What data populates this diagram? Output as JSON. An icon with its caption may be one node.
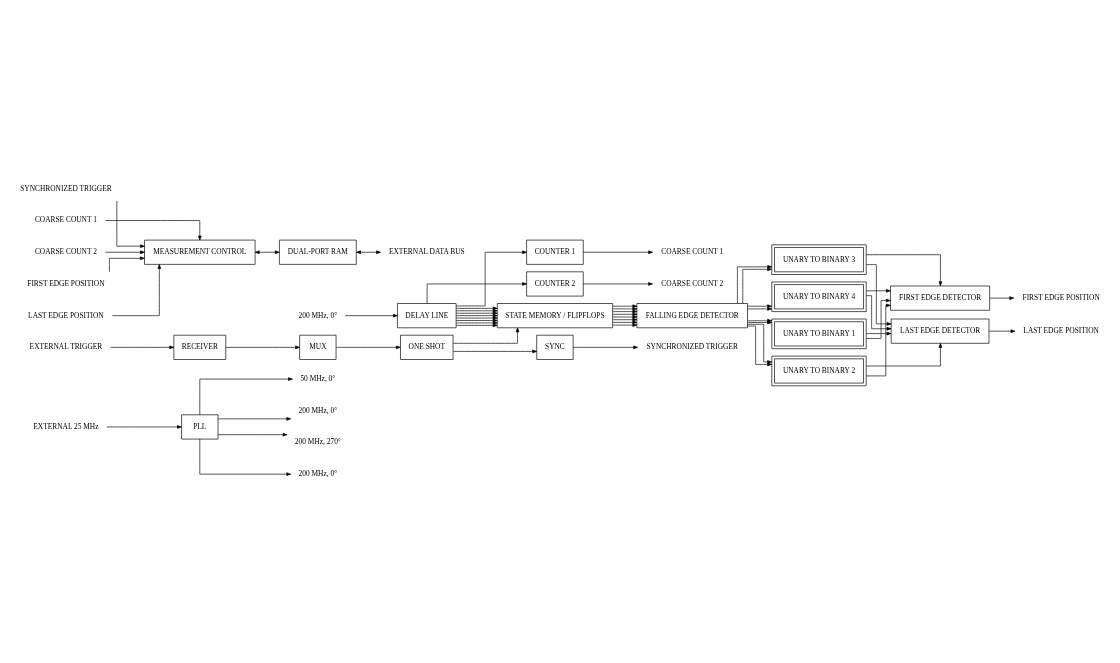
{
  "diagram": {
    "nodes": [
      {
        "text": [
          "EXTERNAL 25 MHz"
        ]
      },
      {
        "text": [
          "PLL"
        ]
      },
      {
        "text": [
          "50 MHz, 0°"
        ]
      },
      {
        "text": [
          "200 MHz, 0°"
        ]
      },
      {
        "text": [
          "200 MHz, 270°"
        ]
      },
      {
        "text": [
          "200 MHz, 0°"
        ]
      },
      {
        "text": [
          "COARSE COUNT 1"
        ]
      },
      {
        "text": [
          "COARSE COUNT 2"
        ]
      },
      {
        "text": [
          "COUNTER 1"
        ]
      },
      {
        "text": [
          "COUNTER 2"
        ]
      },
      {
        "text": [
          "200 MHz, 0°"
        ]
      },
      {
        "text": [
          "DELAY LINE"
        ]
      },
      {
        "text": [
          "EXTERNAL TRIGGER"
        ]
      },
      {
        "text": [
          "RECEIVER"
        ]
      },
      {
        "text": [
          "MUX"
        ]
      },
      {
        "text": [
          "ONE SHOT"
        ]
      },
      {
        "text": [
          "STATE MEMORY / FLIPFLOPS"
        ]
      },
      {
        "text": [
          "SYNCHRONIZED TRIGGER"
        ]
      },
      {
        "text": [
          "SYNC"
        ]
      },
      {
        "text": [
          "FALLING EDGE DETECTOR"
        ]
      },
      {
        "text": [
          "UNARY TO BINARY 1"
        ]
      },
      {
        "text": [
          "UNARY TO BINARY 2"
        ]
      },
      {
        "text": [
          "UNARY TO BINARY 3"
        ]
      },
      {
        "text": [
          "UNARY TO BINARY 4"
        ]
      },
      {
        "text": [
          "SYNCHRONIZED TRIGGER"
        ]
      },
      {
        "text": [
          "COARSE COUNT 1"
        ]
      },
      {
        "text": [
          "COARSE COUNT 2"
        ]
      },
      {
        "text": [
          "FIRST EDGE POSITION"
        ]
      },
      {
        "text": [
          "LAST EDGE POSITION"
        ]
      },
      {
        "text": [
          "MEASUREMENT CONTROL"
        ]
      },
      {
        "text": [
          "DUAL-PORT RAM"
        ]
      },
      {
        "text": [
          "FIRST EDGE DETECTOR"
        ]
      },
      {
        "text": [
          "FIRST EDGE POSITION"
        ]
      },
      {
        "text": [
          "LAST EDGE DETECTOR"
        ]
      },
      {
        "text": [
          "LAST EDGE POSITION"
        ]
      },
      {
        "text": [
          "EXTERNAL DATA BUS"
        ]
      }
    ],
    "edges": [
      {
        "from": 0,
        "to": 1,
        "arrow": "to"
      },
      {
        "from": 1,
        "to": 2,
        "arrow": "to"
      },
      {
        "from": 1,
        "to": 3,
        "arrow": "to"
      },
      {
        "from": 1,
        "to": 4,
        "arrow": "to"
      },
      {
        "from": 1,
        "to": 5,
        "arrow": "to"
      },
      {
        "from": 8,
        "to": 6,
        "arrow": "to"
      },
      {
        "from": 9,
        "to": 7,
        "arrow": "to"
      },
      {
        "from": 11,
        "to": 8,
        "arrow": "to"
      },
      {
        "from": 11,
        "to": 9,
        "arrow": "to"
      },
      {
        "from": 10,
        "to": 11,
        "arrow": "to"
      },
      {
        "from": 12,
        "to": 13,
        "arrow": "to"
      },
      {
        "from": 13,
        "to": 14,
        "arrow": "to"
      },
      {
        "from": 14,
        "to": 15,
        "arrow": "to"
      },
      {
        "from": 15,
        "to": 16,
        "arrow": "to"
      },
      {
        "from": 15,
        "to": 18,
        "arrow": "to"
      },
      {
        "from": 18,
        "to": 17,
        "arrow": "to"
      },
      {
        "from": 11,
        "to": 16,
        "arrow": "to"
      },
      {
        "from": 11,
        "to": 16,
        "arrow": "to"
      },
      {
        "from": 11,
        "to": 16,
        "arrow": "to"
      },
      {
        "from": 11,
        "to": 16,
        "arrow": "to"
      },
      {
        "from": 11,
        "to": 16,
        "arrow": "to"
      },
      {
        "from": 11,
        "to": 16,
        "arrow": "to"
      },
      {
        "from": 11,
        "to": 16,
        "arrow": "to"
      },
      {
        "from": 11,
        "to": 16,
        "arrow": "to"
      },
      {
        "from": 16,
        "to": 19,
        "arrow": "to"
      },
      {
        "from": 16,
        "to": 19,
        "arrow": "to"
      },
      {
        "from": 16,
        "to": 19,
        "arrow": "to"
      },
      {
        "from": 16,
        "to": 19,
        "arrow": "to"
      },
      {
        "from": 16,
        "to": 19,
        "arrow": "to"
      },
      {
        "from": 16,
        "to": 19,
        "arrow": "to"
      },
      {
        "from": 16,
        "to": 19,
        "arrow": "to"
      },
      {
        "from": 16,
        "to": 19,
        "arrow": "to"
      },
      {
        "from": 19,
        "to": 20,
        "arrow": "to"
      },
      {
        "from": 19,
        "to": 20,
        "arrow": "to"
      },
      {
        "from": 19,
        "to": 21,
        "arrow": "to"
      },
      {
        "from": 19,
        "to": 21,
        "arrow": "to"
      },
      {
        "from": 19,
        "to": 22,
        "arrow": "to"
      },
      {
        "from": 19,
        "to": 22,
        "arrow": "to"
      },
      {
        "from": 19,
        "to": 23,
        "arrow": "to"
      },
      {
        "from": 19,
        "to": 23,
        "arrow": "to"
      },
      {
        "from": 20,
        "to": 31,
        "arrow": "to"
      },
      {
        "from": 20,
        "to": 33,
        "arrow": "to"
      },
      {
        "from": 21,
        "to": 31,
        "arrow": "to"
      },
      {
        "from": 21,
        "to": 33,
        "arrow": "to"
      },
      {
        "from": 22,
        "to": 31,
        "arrow": "to"
      },
      {
        "from": 22,
        "to": 33,
        "arrow": "to"
      },
      {
        "from": 23,
        "to": 31,
        "arrow": "to"
      },
      {
        "from": 23,
        "to": 33,
        "arrow": "to"
      },
      {
        "from": 24,
        "to": 29,
        "arrow": "to"
      },
      {
        "from": 25,
        "to": 29,
        "arrow": "to"
      },
      {
        "from": 26,
        "to": 29,
        "arrow": "to"
      },
      {
        "from": 27,
        "to": 29,
        "arrow": "to"
      },
      {
        "from": 28,
        "to": 29,
        "arrow": "to"
      },
      {
        "from": 29,
        "to": 30,
        "arrow": "both"
      },
      {
        "from": 30,
        "to": 35,
        "arrow": "both"
      },
      {
        "from": 31,
        "to": 32,
        "arrow": "to"
      },
      {
        "from": 33,
        "to": 34,
        "arrow": "to"
      }
    ]
  }
}
